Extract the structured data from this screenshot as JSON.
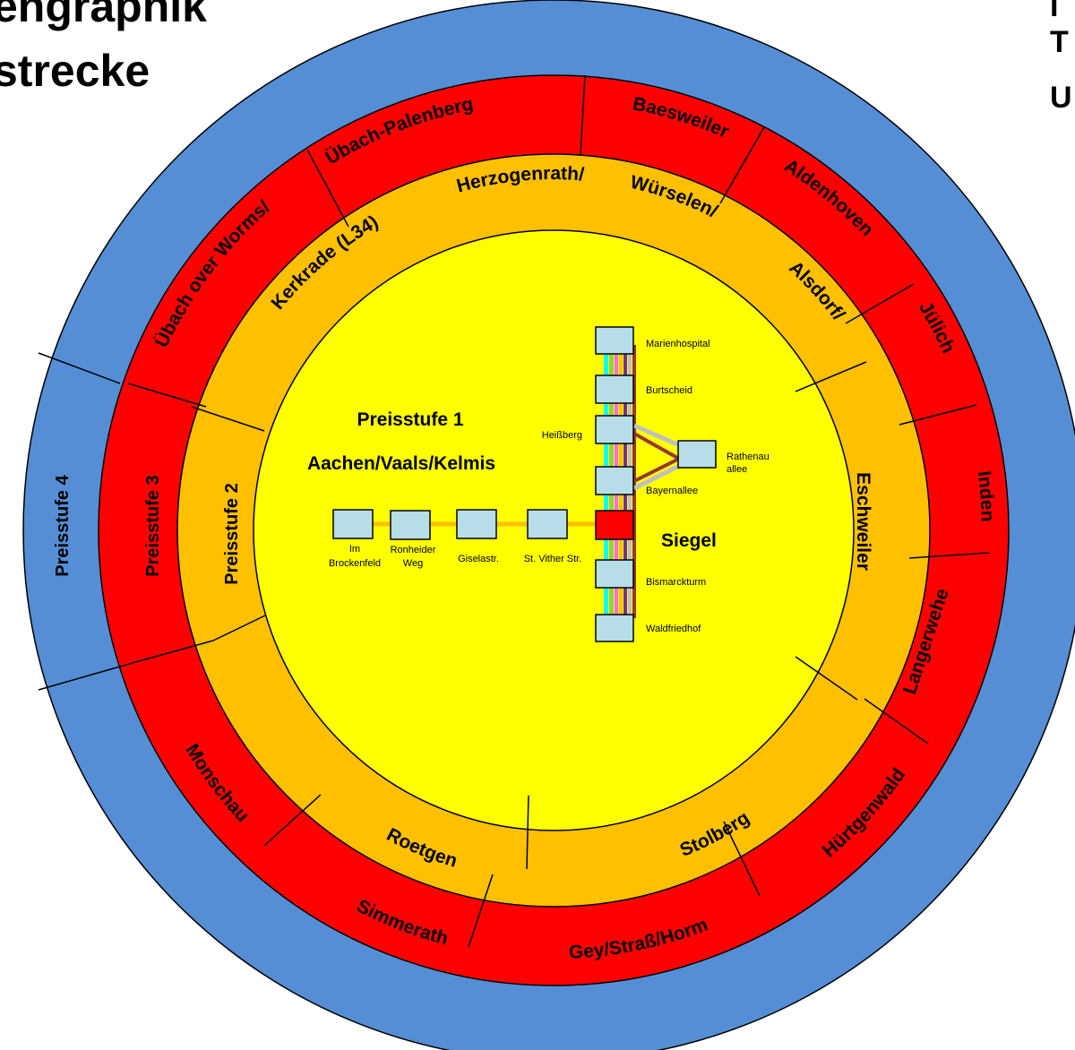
{
  "header": {
    "title_line1": "engraphik",
    "title_line2": "strecke",
    "right_fragment_1": "I",
    "right_fragment_2": "T",
    "right_fragment_3": "U"
  },
  "colors": {
    "preisstufe_4": "#558ED5",
    "preisstufe_3": "#FF0000",
    "preisstufe_2": "#FFC000",
    "preisstufe_1": "#FFFF00",
    "stop": "#B7DEE8",
    "siegel": "#FF0000",
    "line_orange": "#FFC000",
    "line_maroon": "#953735",
    "line_grey": "#BFBFBF"
  },
  "preisstufen": {
    "ps4": "Preisstufe 4",
    "ps3": "Preisstufe 3",
    "ps2": "Preisstufe 2",
    "ps1": "Preisstufe 1",
    "ps1_area": "Aachen/Vaals/Kelmis"
  },
  "ring3_regions": [
    "Übach over Worms/",
    "Übach-Palenberg",
    "Baesweiler",
    "Aldenhoven",
    "Jülich",
    "Inden",
    "Langerwehe",
    "Hürtgenwald",
    "Gey/Straß/Horm",
    "Simmerath",
    "Monschau"
  ],
  "ring2_regions": [
    "Kerkrade (L34)",
    "Herzogenrath/",
    "Würselen/",
    "Alsdorf/",
    "Eschweiler",
    "Stolberg",
    "Roetgen"
  ],
  "stops": {
    "marienhospital": "Marienhospital",
    "burtscheid": "Burtscheid",
    "heissberg": "Heißberg",
    "rathenau_1": "Rathenau",
    "rathenau_2": "allee",
    "bayernallee": "Bayernallee",
    "siegel": "Siegel",
    "bismarckturm": "Bismarckturm",
    "waldfriedhof": "Waldfriedhof",
    "im_1": "Im",
    "im_2": "Brockenfeld",
    "ronheider_1": "Ronheider",
    "ronheider_2": "Weg",
    "giselastr": "Giselastr.",
    "st_vither": "St. Vither Str."
  }
}
